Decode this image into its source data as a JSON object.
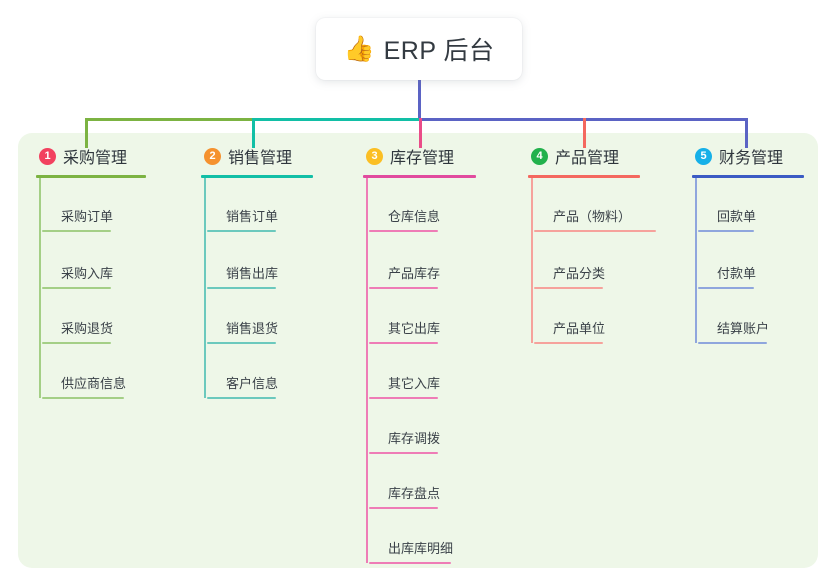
{
  "root": {
    "icon": "thumbs-up-icon",
    "icon_glyph": "👍",
    "label": "ERP 后台"
  },
  "palette": {
    "panel_bg": "#eef7e8",
    "page_bg": "#ffffff",
    "text": "#3b4249",
    "trunk": "#5b63c4",
    "connector_green": "#7cb342",
    "connector_teal": "#12bfa6",
    "connector_blue": "#5b63c4",
    "stub_pink": "#ea4c89",
    "stub_red": "#f4685f"
  },
  "columns": [
    {
      "number": "1",
      "title": "采购管理",
      "badge_color": "#f2415f",
      "rule_color": "#7cb342",
      "leaf_color": "#a4cf86",
      "items": [
        "采购订单",
        "采购入库",
        "采购退货",
        "供应商信息"
      ]
    },
    {
      "number": "2",
      "title": "销售管理",
      "badge_color": "#f5922f",
      "rule_color": "#12bfa6",
      "leaf_color": "#6bc9bd",
      "items": [
        "销售订单",
        "销售出库",
        "销售退货",
        "客户信息"
      ]
    },
    {
      "number": "3",
      "title": "库存管理",
      "badge_color": "#fbbf24",
      "rule_color": "#e14b9e",
      "leaf_color": "#ee7cb6",
      "items": [
        "仓库信息",
        "产品库存",
        "其它出库",
        "其它入库",
        "库存调拨",
        "库存盘点",
        "出库库明细"
      ]
    },
    {
      "number": "4",
      "title": "产品管理",
      "badge_color": "#22b14c",
      "rule_color": "#f4685f",
      "leaf_color": "#f6a29c",
      "items": [
        "产品（物料）",
        "产品分类",
        "产品单位"
      ]
    },
    {
      "number": "5",
      "title": "财务管理",
      "badge_color": "#16b0e8",
      "rule_color": "#3b5bc4",
      "leaf_color": "#8fa6dd",
      "items": [
        "回款单",
        "付款单",
        "结算账户"
      ]
    }
  ],
  "chart_data": {
    "type": "table",
    "title": "ERP 后台",
    "categories": [
      "采购管理",
      "销售管理",
      "库存管理",
      "产品管理",
      "财务管理"
    ],
    "values": [
      4,
      4,
      7,
      3,
      3
    ],
    "series": [
      {
        "name": "采购管理",
        "values": [
          "采购订单",
          "采购入库",
          "采购退货",
          "供应商信息"
        ]
      },
      {
        "name": "销售管理",
        "values": [
          "销售订单",
          "销售出库",
          "销售退货",
          "客户信息"
        ]
      },
      {
        "name": "库存管理",
        "values": [
          "仓库信息",
          "产品库存",
          "其它出库",
          "其它入库",
          "库存调拨",
          "库存盘点",
          "出库库明细"
        ]
      },
      {
        "name": "产品管理",
        "values": [
          "产品（物料）",
          "产品分类",
          "产品单位"
        ]
      },
      {
        "name": "财务管理",
        "values": [
          "回款单",
          "付款单",
          "结算账户"
        ]
      }
    ],
    "xlabel": "",
    "ylabel": ""
  },
  "layout": {
    "columns_left": [
      36,
      201,
      363,
      528,
      692
    ],
    "columns_width": [
      150,
      145,
      150,
      150,
      140
    ],
    "head_rule_width": [
      110,
      112,
      113,
      112,
      112
    ],
    "leaf_gap": 55,
    "trunk_x": 419,
    "bar_y": 118,
    "bar_left": 85,
    "bar_right": 745,
    "seg_green_end": 252,
    "seg_teal_end": 419,
    "stub_xs": [
      85,
      252,
      419,
      583,
      745
    ],
    "stub_colors": [
      "#7cb342",
      "#12bfa6",
      "#ea4c89",
      "#f4685f",
      "#5b63c4"
    ],
    "stub_bottom": 148
  }
}
